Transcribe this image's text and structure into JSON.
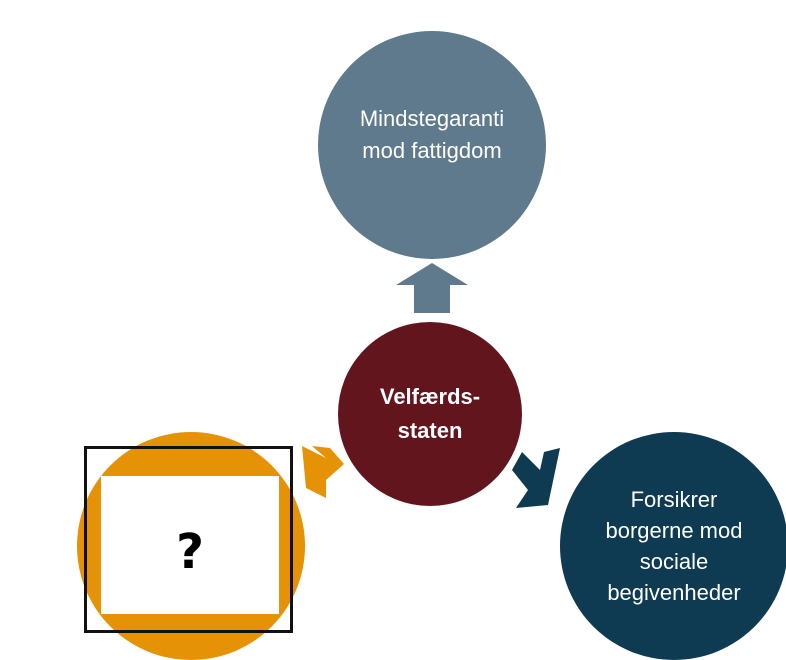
{
  "diagram": {
    "center": {
      "label": "Velfærds-\nstaten",
      "color": "#62151d"
    },
    "top": {
      "label": "Mindstegaranti\nmod fattigdom",
      "color": "#5f7a8d"
    },
    "right": {
      "label": "Forsikrer\nborgerne mod\nsociale\nbegivenheder",
      "color": "#0e3a52"
    },
    "left": {
      "label": "",
      "color": "#e69206"
    },
    "placeholder": {
      "mark": "?"
    }
  }
}
